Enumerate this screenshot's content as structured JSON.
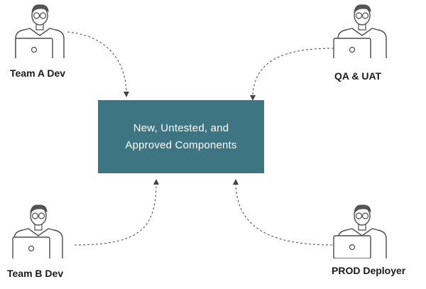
{
  "center_box": {
    "line1": "New, Untested, and",
    "line2": "Approved Components",
    "color": "#3d7682"
  },
  "actors": [
    {
      "label": "Team A Dev"
    },
    {
      "label": "QA & UAT"
    },
    {
      "label": "Team B Dev"
    },
    {
      "label": "PROD Deployer"
    }
  ],
  "icons": {
    "person": "developer-at-laptop-icon"
  },
  "colors": {
    "connector": "#555555",
    "outline": "#4a4a4a"
  }
}
